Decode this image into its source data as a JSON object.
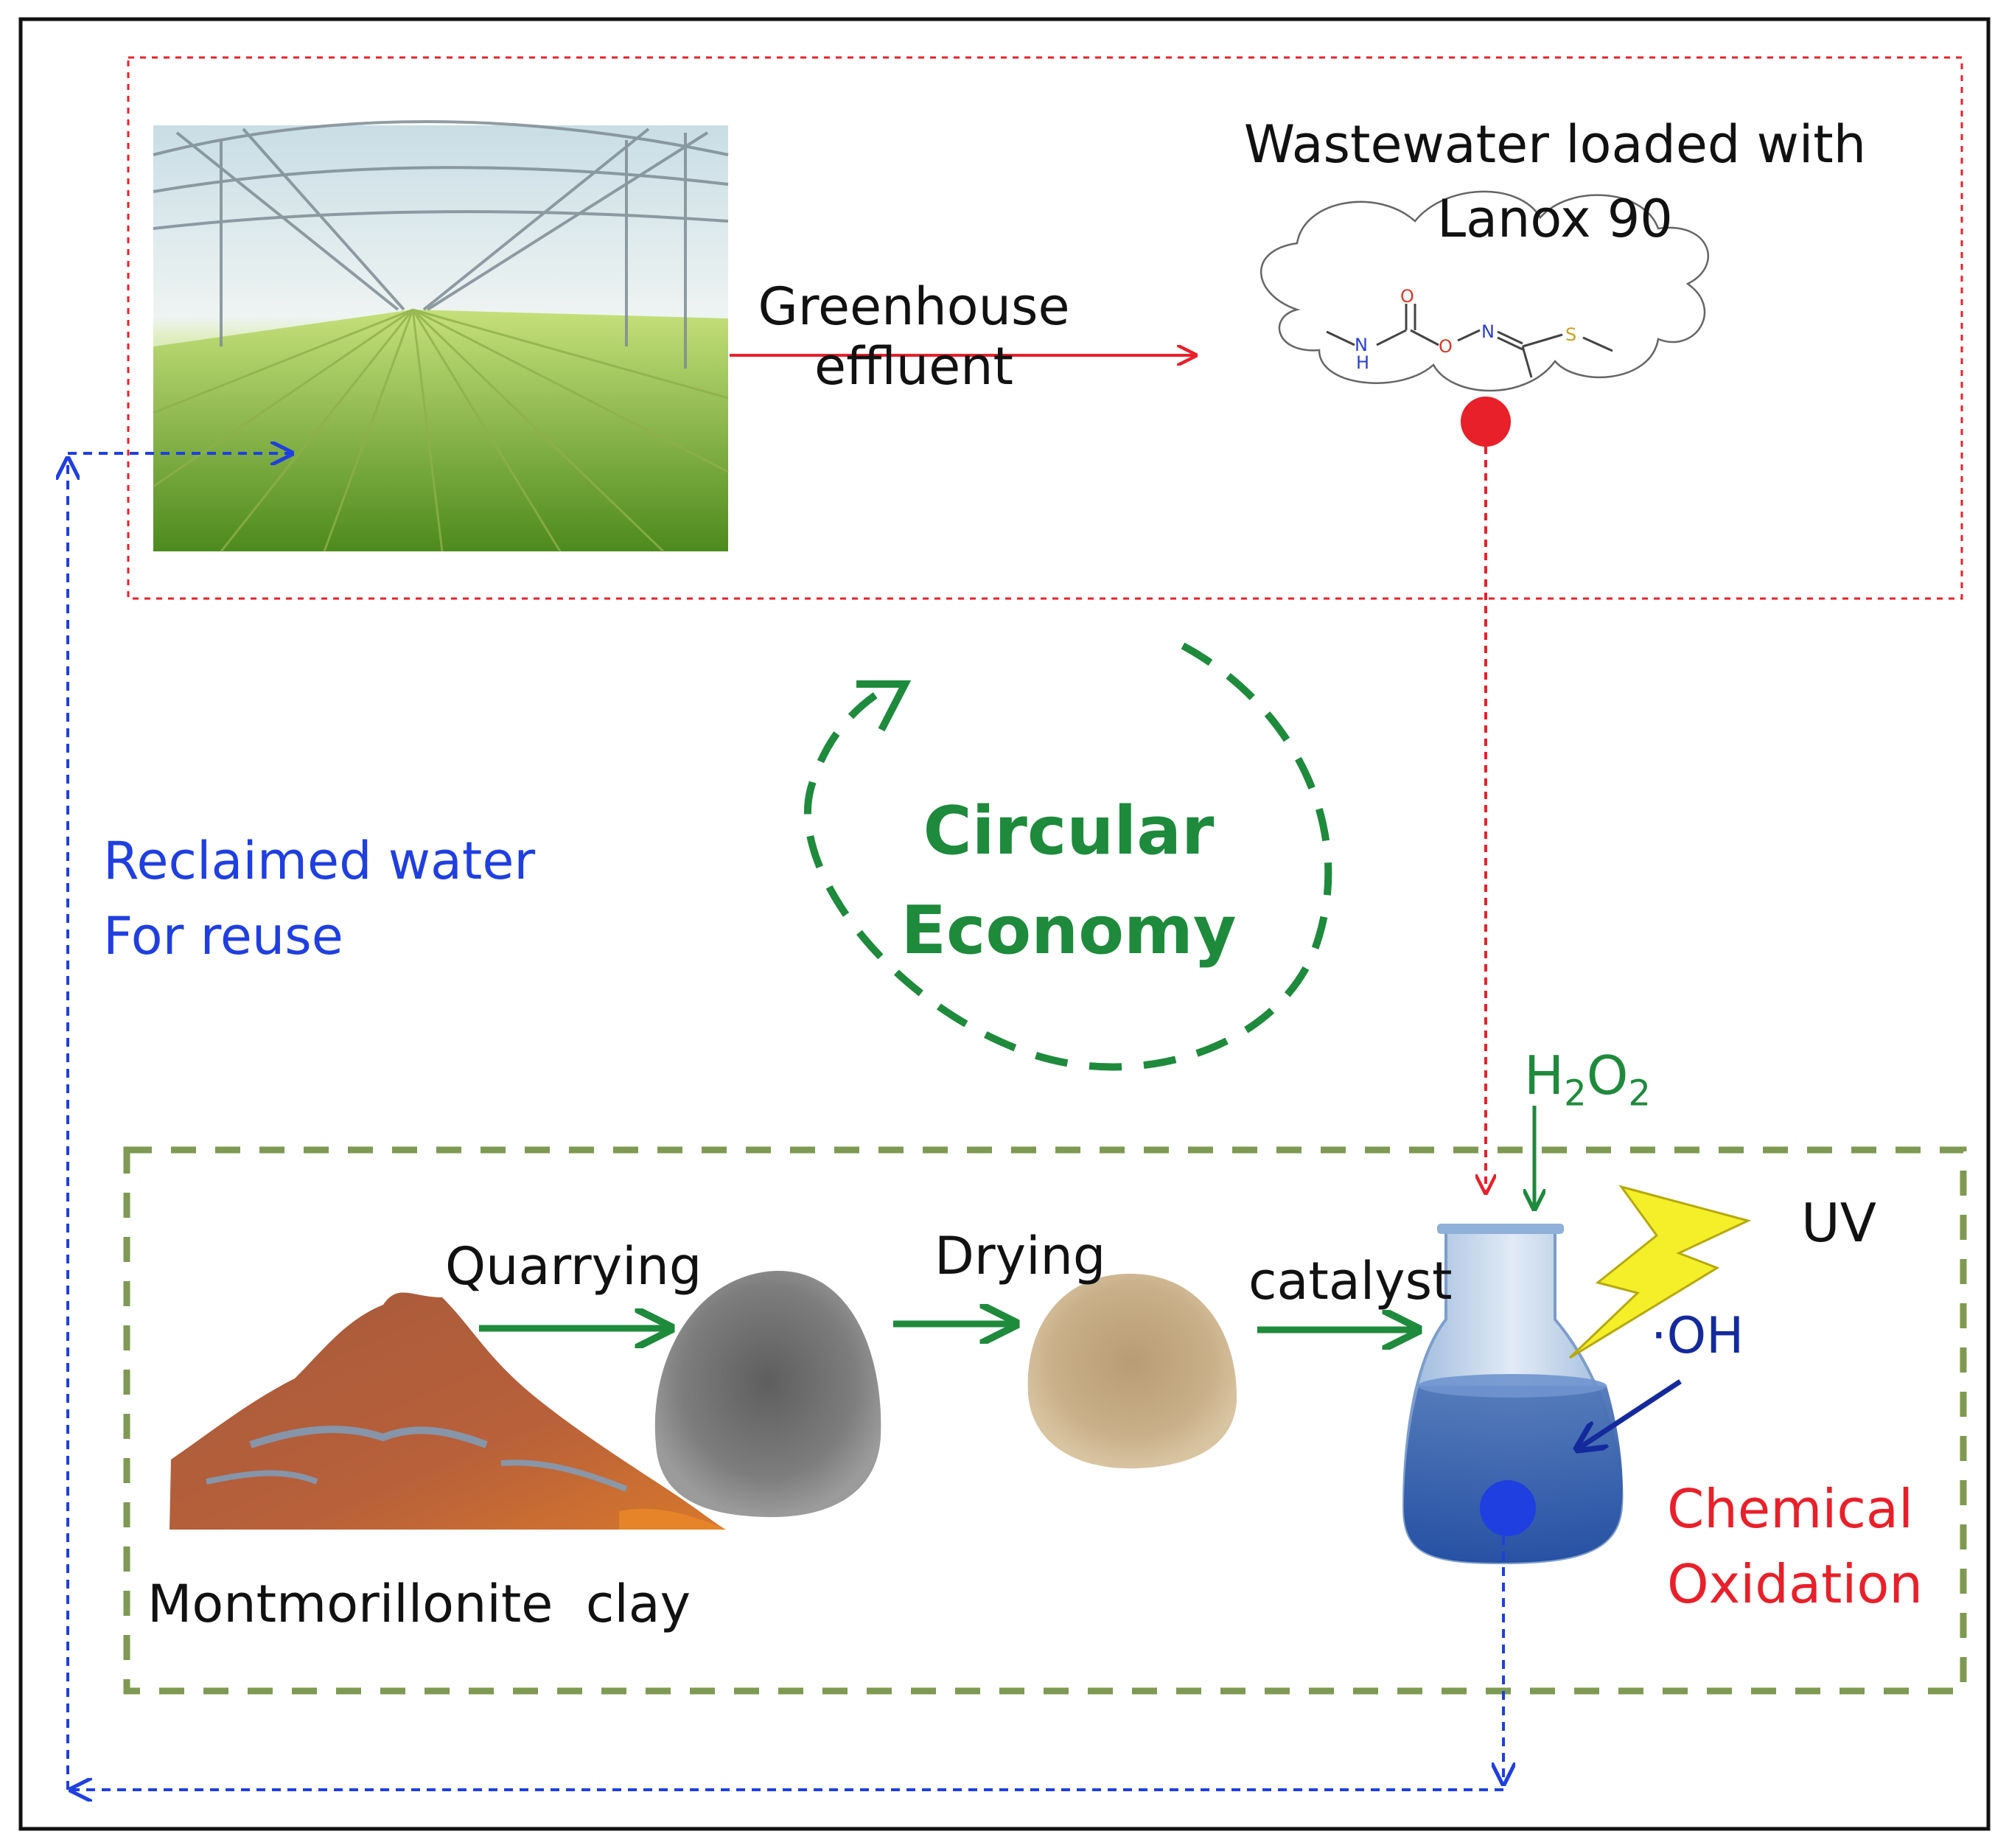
{
  "colors": {
    "red": "#e8202a",
    "green": "#1e8a3c",
    "blue": "#1f3fe0",
    "olive": "#7e9a52",
    "navy": "#142a9c",
    "bolt": "#f5ef2a"
  },
  "top_section": {
    "image_label": "greenhouse-photo",
    "arrow_label_line1": "Greenhouse",
    "arrow_label_line2": "effluent",
    "wastewater_line1": "Wastewater loaded with",
    "wastewater_line2": "Lanox 90",
    "molecule_atoms": {
      "n1": "N",
      "h": "H",
      "o_double": "O",
      "o_ester": "O",
      "n2": "N",
      "s": "S"
    }
  },
  "center": {
    "line1": "Circular",
    "line2": "Economy"
  },
  "left_side": {
    "line1": "Reclaimed water",
    "line2": "For reuse"
  },
  "bottom_section": {
    "step1": "Quarrying",
    "step2": "Drying",
    "step3": "catalyst",
    "clay_label": "Montmorillonite  clay",
    "h2o2": {
      "h": "H",
      "sub1": "2",
      "o": "O",
      "sub2": "2"
    },
    "uv": "UV",
    "oh": "·OH",
    "oxidation_line1": "Chemical",
    "oxidation_line2": "Oxidation"
  }
}
